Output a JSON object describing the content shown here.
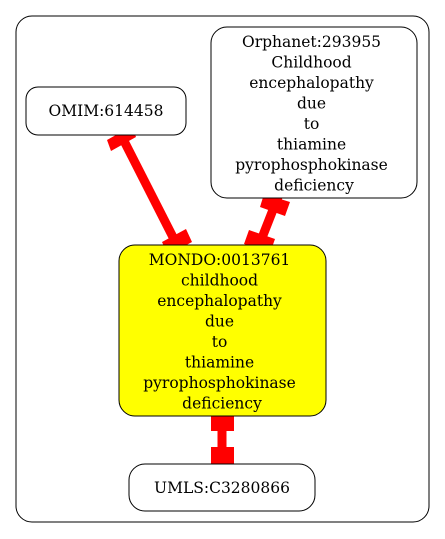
{
  "colors": {
    "edge": "#ff0000",
    "node_border": "#000000",
    "highlight_fill": "#ffff00",
    "default_fill": "#ffffff"
  },
  "nodes": {
    "omim": {
      "lines": [
        "OMIM:614458"
      ]
    },
    "orphanet": {
      "lines": [
        "Orphanet:293955",
        "Childhood",
        "encephalopathy",
        "due",
        "to",
        "thiamine",
        "pyrophosphokinase",
        "deficiency"
      ]
    },
    "mondo": {
      "lines": [
        "MONDO:0013761",
        "childhood",
        "encephalopathy",
        "due",
        "to",
        "thiamine",
        "pyrophosphokinase",
        "deficiency"
      ]
    },
    "umls": {
      "lines": [
        "UMLS:C3280866"
      ]
    }
  },
  "edges": [
    {
      "from": "omim",
      "to": "mondo"
    },
    {
      "from": "orphanet",
      "to": "mondo"
    },
    {
      "from": "mondo",
      "to": "umls"
    }
  ]
}
